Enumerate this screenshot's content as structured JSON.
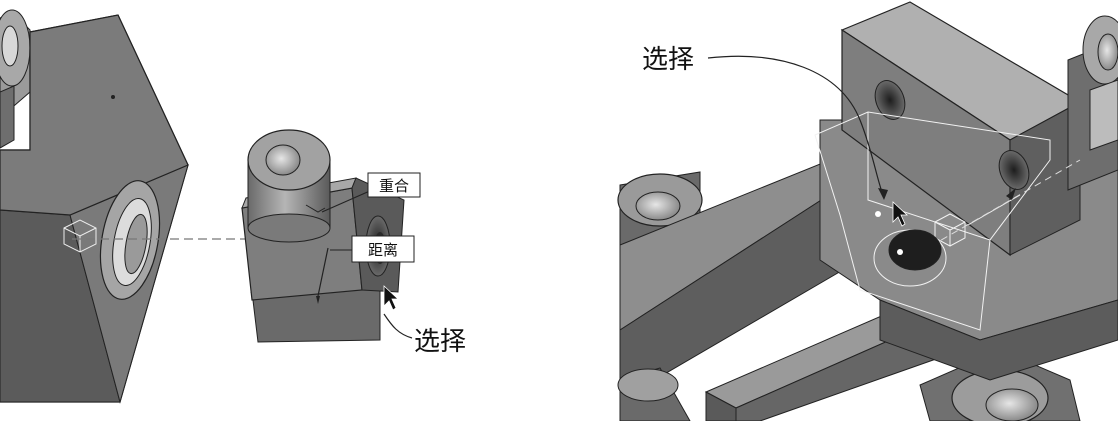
{
  "left_view": {
    "tag_coincident": "重合",
    "tag_distance": "距离",
    "callout_select": "选择"
  },
  "right_view": {
    "callout_select": "选择"
  },
  "colors": {
    "face_light": "#bdbdbd",
    "face_mid": "#8c8c8c",
    "face_dark": "#555555",
    "edge": "#222222"
  }
}
